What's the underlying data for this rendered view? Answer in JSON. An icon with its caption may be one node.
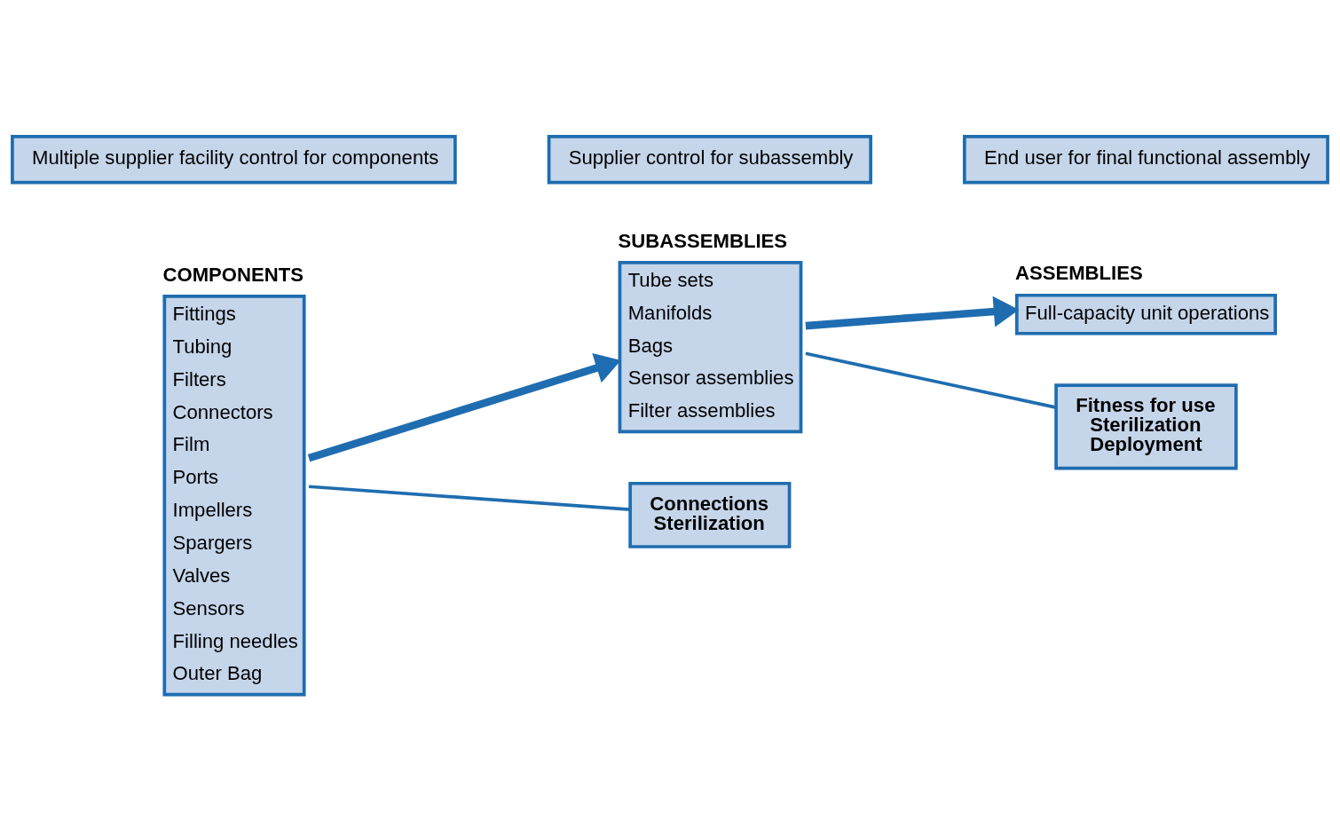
{
  "diagram": {
    "nodes": [
      {
        "text": [
          "COMPONENTS",
          "Fittings",
          "Tubing",
          "Filters",
          "Connectors",
          "Film",
          "Ports",
          "Impellers",
          "Spargers",
          "Valves",
          "Sensors",
          "Filling needles",
          "Outer Bag"
        ]
      },
      {
        "text": [
          "SUBASSEMBLIES",
          "Tube sets",
          "Manifolds",
          "Bags",
          "Sensor assemblies",
          "Filter assemblies"
        ]
      },
      {
        "text": [
          "Connections",
          "Sterilization"
        ]
      },
      {
        "text": [
          "ASSEMBLIES",
          "Full-capacity unit operations"
        ]
      },
      {
        "text": [
          "Fitness for use",
          "Sterilization",
          "Deployment"
        ]
      },
      {
        "text": [
          "Multiple supplier facility control for components"
        ]
      },
      {
        "text": [
          "Supplier control for subassembly"
        ]
      },
      {
        "text": [
          "End user for final functional assembly"
        ]
      }
    ],
    "edges": [
      {
        "from": 0,
        "to": 1,
        "arrow": "to",
        "style": "thick"
      },
      {
        "from": 0,
        "to": 2,
        "arrow": "none"
      },
      {
        "from": 1,
        "to": 3,
        "arrow": "to",
        "style": "thick"
      },
      {
        "from": 1,
        "to": 4,
        "arrow": "none"
      }
    ]
  }
}
